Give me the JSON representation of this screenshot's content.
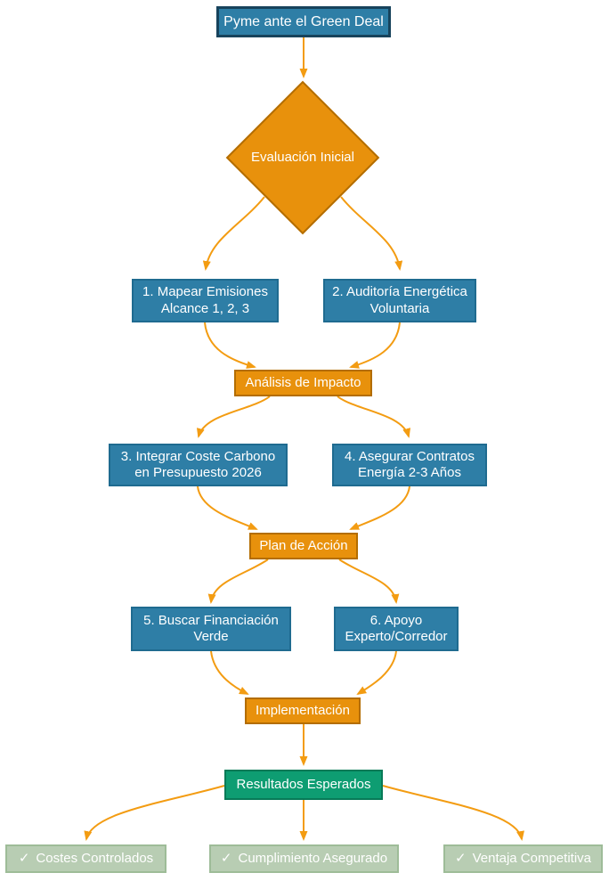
{
  "diagram": {
    "nodes": {
      "start": {
        "label": "Pyme ante el Green Deal"
      },
      "decision": {
        "label": "Evaluación Inicial"
      },
      "step1": {
        "label": "1. Mapear Emisiones Alcance 1, 2, 3"
      },
      "step2": {
        "label": "2. Auditoría Energética Voluntaria"
      },
      "impact": {
        "label": "Análisis de Impacto"
      },
      "step3": {
        "label": "3. Integrar Coste Carbono en Presupuesto 2026"
      },
      "step4": {
        "label": "4. Asegurar Contratos Energía 2-3 Años"
      },
      "plan": {
        "label": "Plan de Acción"
      },
      "step5": {
        "label": "5. Buscar Financiación Verde"
      },
      "step6": {
        "label": "6. Apoyo Experto/Corredor"
      },
      "impl": {
        "label": "Implementación"
      },
      "results": {
        "label": "Resultados Esperados"
      },
      "out1": {
        "label": "Costes Controlados"
      },
      "out2": {
        "label": "Cumplimiento Asegurado"
      },
      "out3": {
        "label": "Ventaja Competitiva"
      }
    },
    "check_glyph": "✓",
    "edges": [
      [
        "start",
        "decision"
      ],
      [
        "decision",
        "step1"
      ],
      [
        "decision",
        "step2"
      ],
      [
        "step1",
        "impact"
      ],
      [
        "step2",
        "impact"
      ],
      [
        "impact",
        "step3"
      ],
      [
        "impact",
        "step4"
      ],
      [
        "step3",
        "plan"
      ],
      [
        "step4",
        "plan"
      ],
      [
        "plan",
        "step5"
      ],
      [
        "plan",
        "step6"
      ],
      [
        "step5",
        "impl"
      ],
      [
        "step6",
        "impl"
      ],
      [
        "impl",
        "results"
      ],
      [
        "results",
        "out1"
      ],
      [
        "results",
        "out2"
      ],
      [
        "results",
        "out3"
      ]
    ]
  },
  "colors": {
    "process_fill": "#2e7ea6",
    "process_border": "#1f6b90",
    "start_border": "#17435c",
    "milestone_fill": "#e8910c",
    "milestone_border": "#b36d00",
    "result_fill": "#0e9d72",
    "result_border": "#077a57",
    "outcome_fill": "#b8cdb3",
    "outcome_border": "#9ebc98",
    "edge": "#f39c12",
    "text": "#ffffff"
  }
}
